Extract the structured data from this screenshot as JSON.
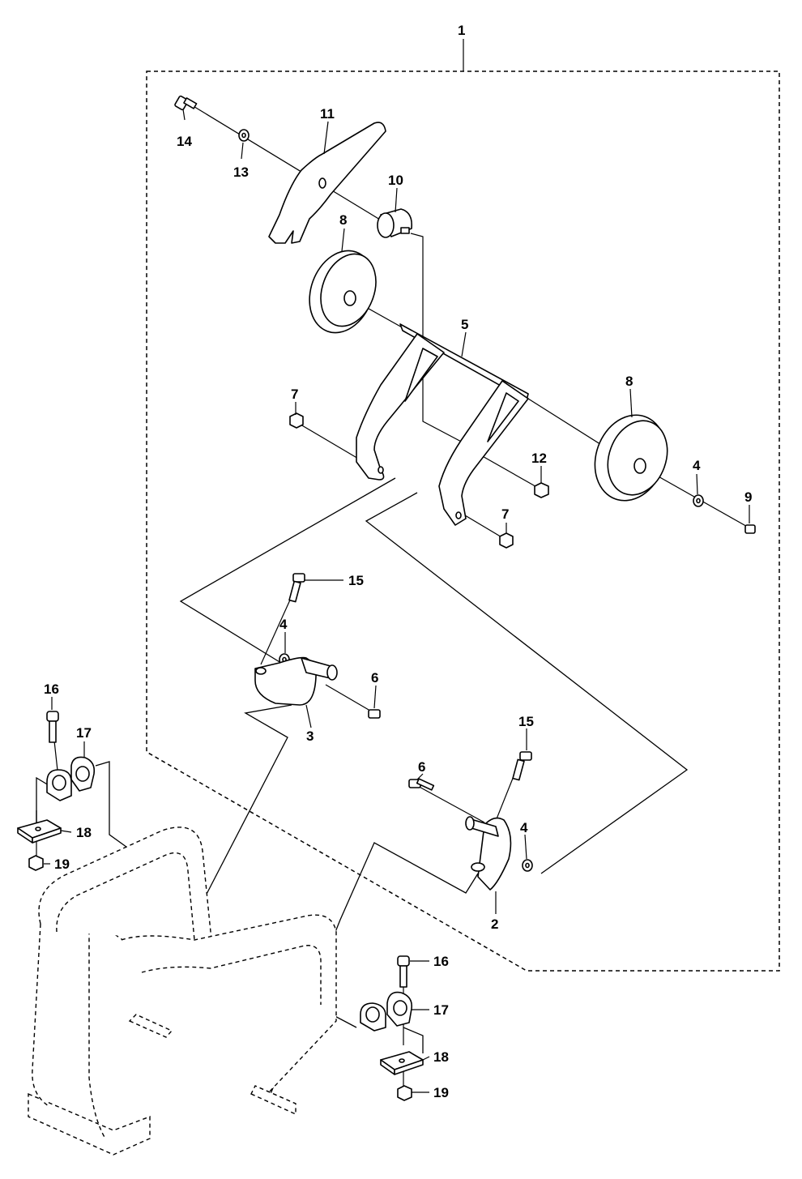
{
  "diagram": {
    "callouts": [
      {
        "id": "c1",
        "text": "1"
      },
      {
        "id": "c2",
        "text": "2"
      },
      {
        "id": "c3",
        "text": "3"
      },
      {
        "id": "c4a",
        "text": "4"
      },
      {
        "id": "c4b",
        "text": "4"
      },
      {
        "id": "c4c",
        "text": "4"
      },
      {
        "id": "c5",
        "text": "5"
      },
      {
        "id": "c6a",
        "text": "6"
      },
      {
        "id": "c6b",
        "text": "6"
      },
      {
        "id": "c7a",
        "text": "7"
      },
      {
        "id": "c7b",
        "text": "7"
      },
      {
        "id": "c8a",
        "text": "8"
      },
      {
        "id": "c8b",
        "text": "8"
      },
      {
        "id": "c9",
        "text": "9"
      },
      {
        "id": "c10",
        "text": "10"
      },
      {
        "id": "c11",
        "text": "11"
      },
      {
        "id": "c12",
        "text": "12"
      },
      {
        "id": "c13",
        "text": "13"
      },
      {
        "id": "c14",
        "text": "14"
      },
      {
        "id": "c15a",
        "text": "15"
      },
      {
        "id": "c15b",
        "text": "15"
      },
      {
        "id": "c16a",
        "text": "16"
      },
      {
        "id": "c16b",
        "text": "16"
      },
      {
        "id": "c17a",
        "text": "17"
      },
      {
        "id": "c17b",
        "text": "17"
      },
      {
        "id": "c18a",
        "text": "18"
      },
      {
        "id": "c18b",
        "text": "18"
      },
      {
        "id": "c19a",
        "text": "19"
      },
      {
        "id": "c19b",
        "text": "19"
      }
    ]
  }
}
